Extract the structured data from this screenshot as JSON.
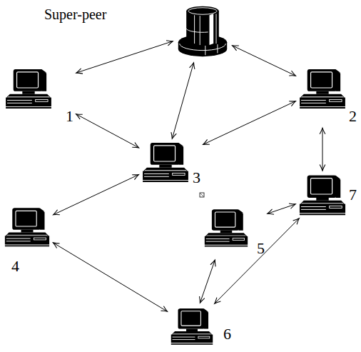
{
  "diagram": {
    "nodes": [
      {
        "text": [
          "Super-peer"
        ]
      },
      {
        "text": [
          "1"
        ]
      },
      {
        "text": [
          "2"
        ]
      },
      {
        "text": [
          "3"
        ]
      },
      {
        "text": [
          "4"
        ]
      },
      {
        "text": [
          "5"
        ]
      },
      {
        "text": [
          "6"
        ]
      },
      {
        "text": [
          "7"
        ]
      }
    ],
    "edges": [
      {
        "from": 0,
        "to": 1,
        "arrow": "both"
      },
      {
        "from": 0,
        "to": 2,
        "arrow": "both"
      },
      {
        "from": 0,
        "to": 3,
        "arrow": "both"
      },
      {
        "from": 1,
        "to": 3,
        "arrow": "both"
      },
      {
        "from": 2,
        "to": 3,
        "arrow": "both"
      },
      {
        "from": 2,
        "to": 7,
        "arrow": "both"
      },
      {
        "from": 4,
        "to": 3,
        "arrow": "both"
      },
      {
        "from": 4,
        "to": 6,
        "arrow": "both"
      },
      {
        "from": 5,
        "to": 7,
        "arrow": "both"
      },
      {
        "from": 5,
        "to": 6,
        "arrow": "both"
      },
      {
        "from": 6,
        "to": 7,
        "arrow": "both"
      }
    ]
  }
}
